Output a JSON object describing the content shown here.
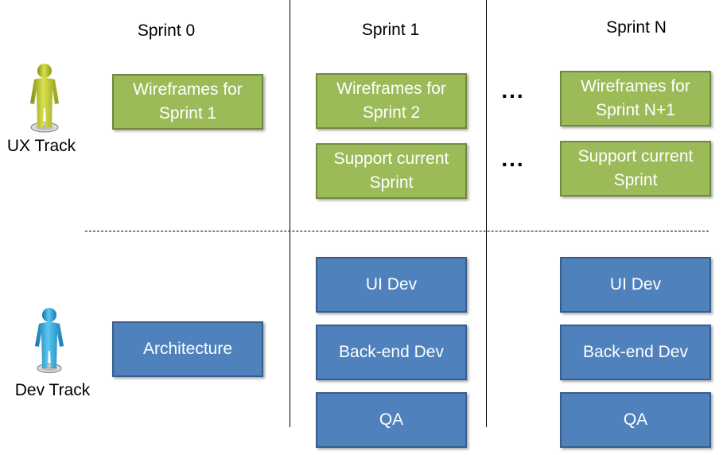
{
  "headers": {
    "sprint0": "Sprint 0",
    "sprint1": "Sprint 1",
    "sprintN": "Sprint N"
  },
  "tracks": {
    "ux": {
      "label": "UX Track",
      "icon": "person-icon",
      "color": "#a9b82a"
    },
    "dev": {
      "label": "Dev Track",
      "icon": "person-icon",
      "color": "#2aa3d8"
    }
  },
  "ellipsis": "...",
  "boxes": {
    "s0_ux_1": [
      "Wireframes for",
      "Sprint 1"
    ],
    "s1_ux_1": [
      "Wireframes for",
      "Sprint 2"
    ],
    "s1_ux_2": [
      "Support current",
      "Sprint"
    ],
    "sN_ux_1": [
      "Wireframes for",
      "Sprint N+1"
    ],
    "sN_ux_2": [
      "Support current",
      "Sprint"
    ],
    "s0_dev_1": [
      "Architecture"
    ],
    "s1_dev_1": [
      "UI Dev"
    ],
    "s1_dev_2": [
      "Back-end Dev"
    ],
    "s1_dev_3": [
      "QA"
    ],
    "sN_dev_1": [
      "UI Dev"
    ],
    "sN_dev_2": [
      "Back-end Dev"
    ],
    "sN_dev_3": [
      "QA"
    ]
  },
  "colors": {
    "ux_fill": "#9bbb59",
    "ux_border": "#71893f",
    "dev_fill": "#4f81bd",
    "dev_border": "#385d8a"
  }
}
